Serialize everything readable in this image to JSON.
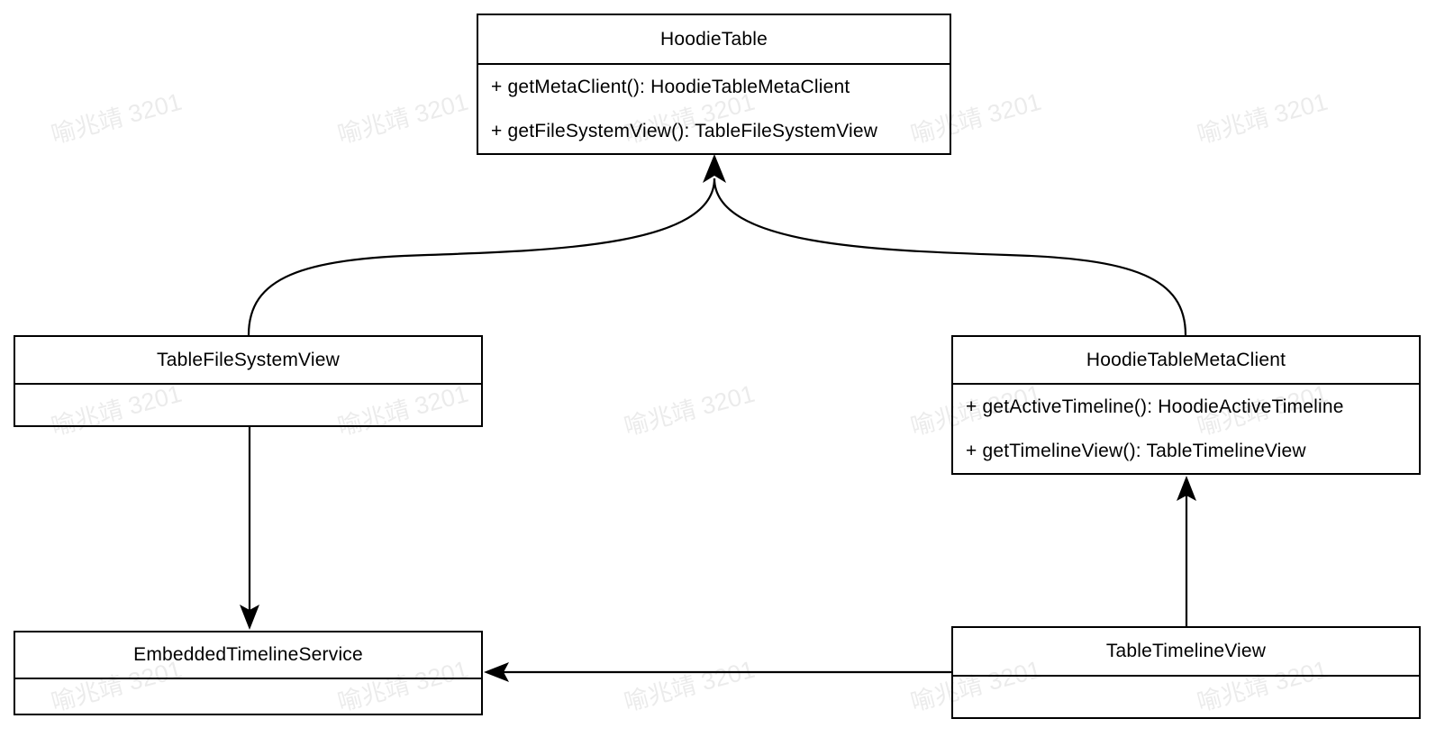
{
  "diagram": {
    "kind": "uml-class-diagram",
    "classes": [
      {
        "id": "hoodie-table",
        "name": "HoodieTable",
        "methods": [
          "+ getMetaClient(): HoodieTableMetaClient",
          "+ getFileSystemView(): TableFileSystemView"
        ]
      },
      {
        "id": "table-file-system-view",
        "name": "TableFileSystemView",
        "methods": []
      },
      {
        "id": "hoodie-table-meta-client",
        "name": "HoodieTableMetaClient",
        "methods": [
          "+ getActiveTimeline(): HoodieActiveTimeline",
          "+ getTimelineView(): TableTimelineView"
        ]
      },
      {
        "id": "embedded-timeline-service",
        "name": "EmbeddedTimelineService",
        "methods": []
      },
      {
        "id": "table-timeline-view",
        "name": "TableTimelineView",
        "methods": []
      }
    ],
    "relations": [
      {
        "from": "TableFileSystemView",
        "to": "HoodieTable",
        "style": "curved",
        "arrowhead": "filled"
      },
      {
        "from": "HoodieTableMetaClient",
        "to": "HoodieTable",
        "style": "curved",
        "arrowhead": "filled"
      },
      {
        "from": "TableFileSystemView",
        "to": "EmbeddedTimelineService",
        "style": "straight",
        "arrowhead": "filled"
      },
      {
        "from": "TableTimelineView",
        "to": "HoodieTableMetaClient",
        "style": "straight",
        "arrowhead": "filled"
      },
      {
        "from": "TableTimelineView",
        "to": "EmbeddedTimelineService",
        "style": "straight",
        "arrowhead": "filled"
      }
    ]
  },
  "watermark": {
    "text": "喻兆靖 3201"
  },
  "colors": {
    "line": "#000000",
    "text": "#000000",
    "background": "#ffffff",
    "watermark": "rgba(0,0,0,0.08)"
  }
}
